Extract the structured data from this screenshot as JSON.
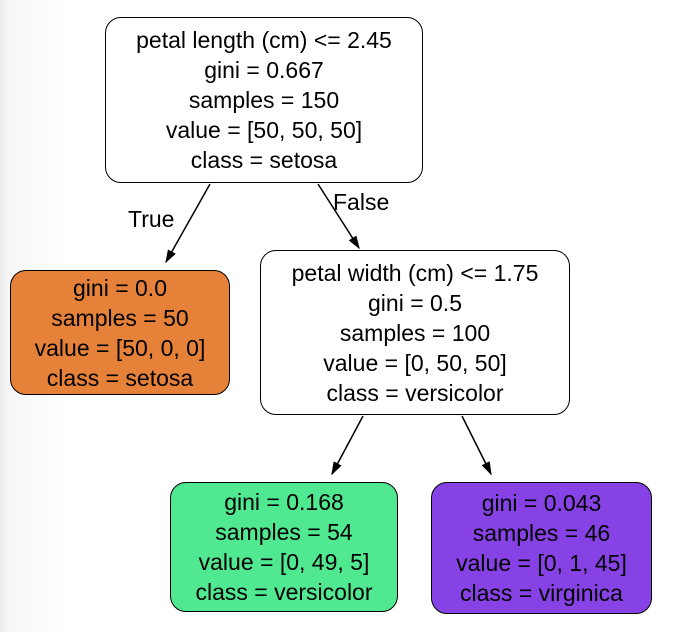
{
  "diagram": {
    "type": "decision-tree",
    "edge_labels": {
      "true_branch": "True",
      "false_branch": "False"
    },
    "nodes": [
      {
        "id": "root",
        "kind": "split",
        "fill": "#ffffff",
        "lines": [
          "petal length (cm) <= 2.45",
          "gini = 0.667",
          "samples = 150",
          "value = [50, 50, 50]",
          "class = setosa"
        ]
      },
      {
        "id": "setosa-leaf",
        "kind": "leaf",
        "fill": "#e58139",
        "lines": [
          "gini = 0.0",
          "samples = 50",
          "value = [50, 0, 0]",
          "class = setosa"
        ]
      },
      {
        "id": "petal-width-split",
        "kind": "split",
        "fill": "#ffffff",
        "lines": [
          "petal width (cm) <= 1.75",
          "gini = 0.5",
          "samples = 100",
          "value = [0, 50, 50]",
          "class = versicolor"
        ]
      },
      {
        "id": "versicolor-leaf",
        "kind": "leaf",
        "fill": "#50e890",
        "lines": [
          "gini = 0.168",
          "samples = 54",
          "value = [0, 49, 5]",
          "class = versicolor"
        ]
      },
      {
        "id": "virginica-leaf",
        "kind": "leaf",
        "fill": "#8742e6",
        "lines": [
          "gini = 0.043",
          "samples = 46",
          "value = [0, 1, 45]",
          "class = virginica"
        ]
      }
    ],
    "colors": {
      "setosa_leaf": "#e58139",
      "versicolor_leaf": "#50e890",
      "virginica_leaf": "#8742e6",
      "internal_node": "#ffffff",
      "edge_and_border": "#000000",
      "text": "#000000"
    }
  }
}
